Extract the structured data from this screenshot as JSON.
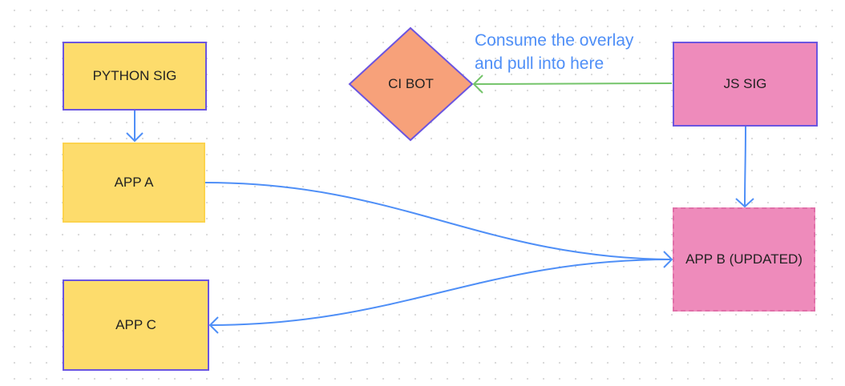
{
  "nodes": {
    "python_sig": "PYTHON SIG",
    "app_a": "APP A",
    "app_c": "APP C",
    "ci_bot": "CI BOT",
    "js_sig": "JS SIG",
    "app_b": "APP B (UPDATED)"
  },
  "note": {
    "line1": "Consume the overlay",
    "line2": "and pull into here"
  },
  "colors": {
    "yellow": "#FDDC6C",
    "orange": "#F7A17A",
    "pink": "#EE8BBB",
    "purple_border": "#6B55E0",
    "arrow_blue": "#4F8FF7",
    "arrow_green": "#74C46A"
  }
}
